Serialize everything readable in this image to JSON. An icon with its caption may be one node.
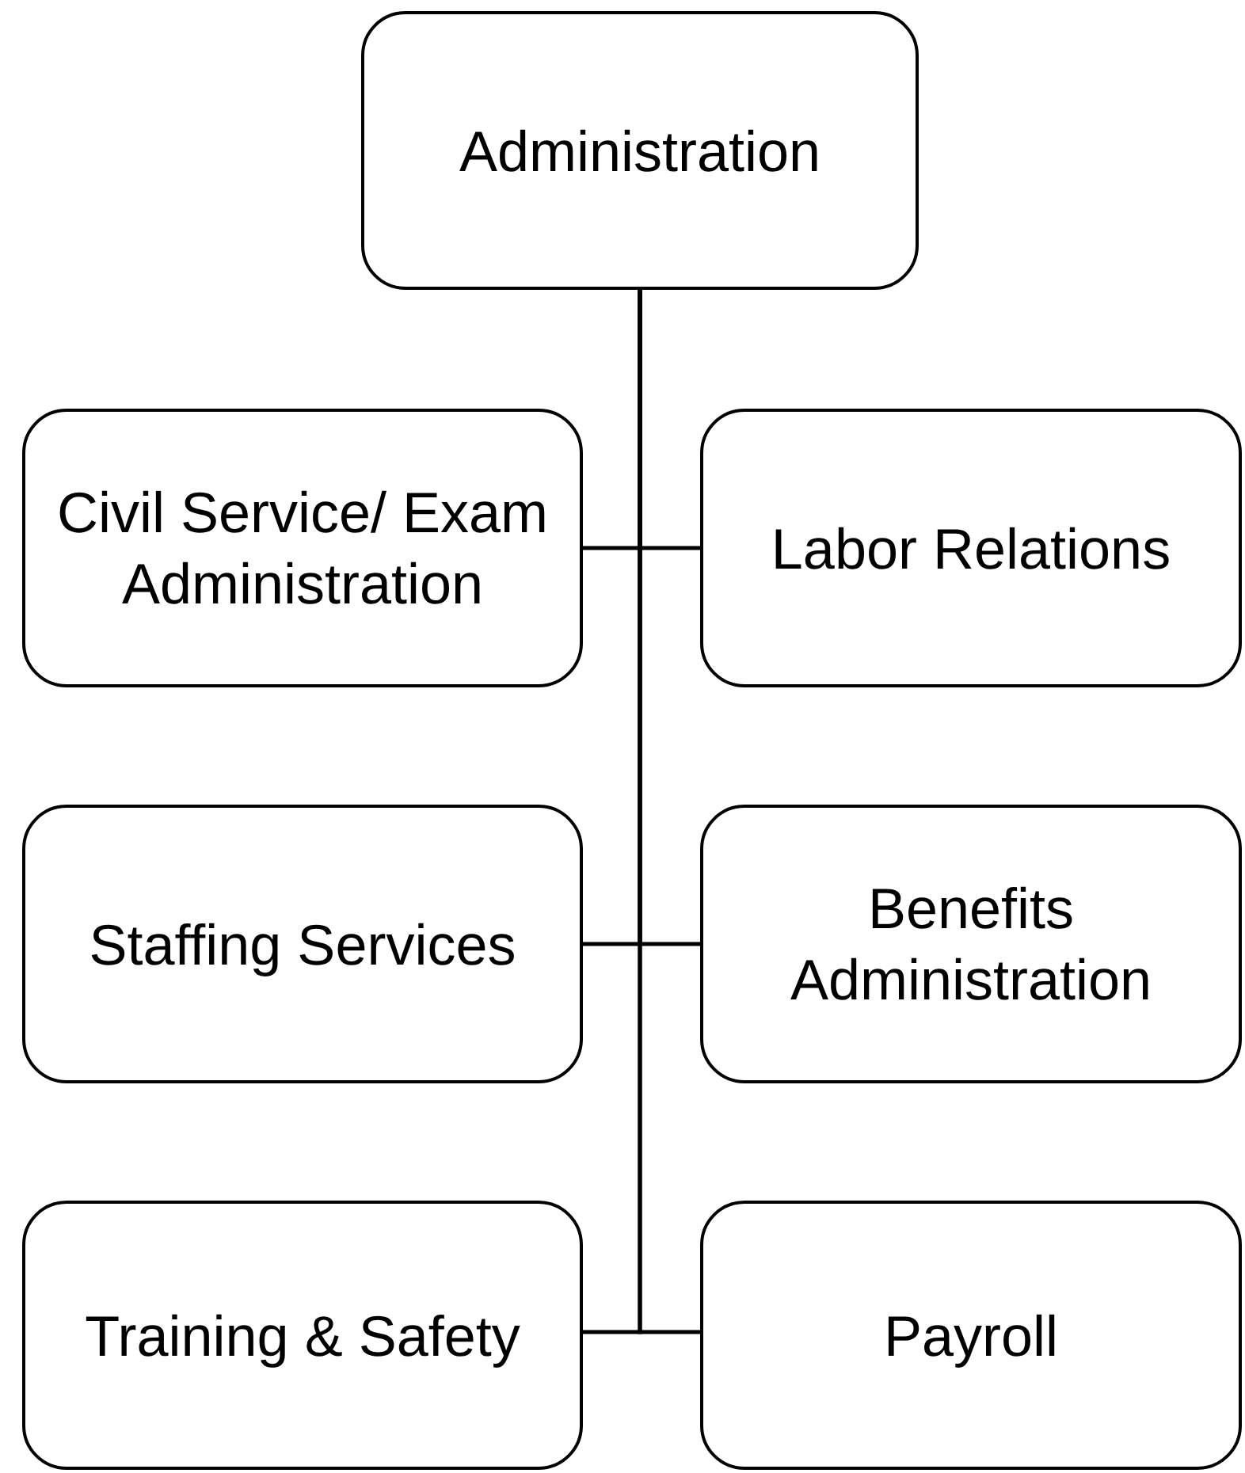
{
  "diagram": {
    "nodes": [
      {
        "text": [
          "Administration"
        ]
      },
      {
        "text": [
          "Civil Service/ Exam Administration"
        ]
      },
      {
        "text": [
          "Labor Relations"
        ]
      },
      {
        "text": [
          "Staffing Services"
        ]
      },
      {
        "text": [
          "Benefits Administration"
        ]
      },
      {
        "text": [
          "Training & Safety"
        ]
      },
      {
        "text": [
          "Payroll"
        ]
      }
    ],
    "edges": [
      {
        "from": 0,
        "to": 1,
        "arrow": "none"
      },
      {
        "from": 0,
        "to": 2,
        "arrow": "none"
      },
      {
        "from": 0,
        "to": 3,
        "arrow": "none"
      },
      {
        "from": 0,
        "to": 4,
        "arrow": "none"
      },
      {
        "from": 0,
        "to": 5,
        "arrow": "none"
      },
      {
        "from": 0,
        "to": 6,
        "arrow": "none"
      }
    ]
  }
}
